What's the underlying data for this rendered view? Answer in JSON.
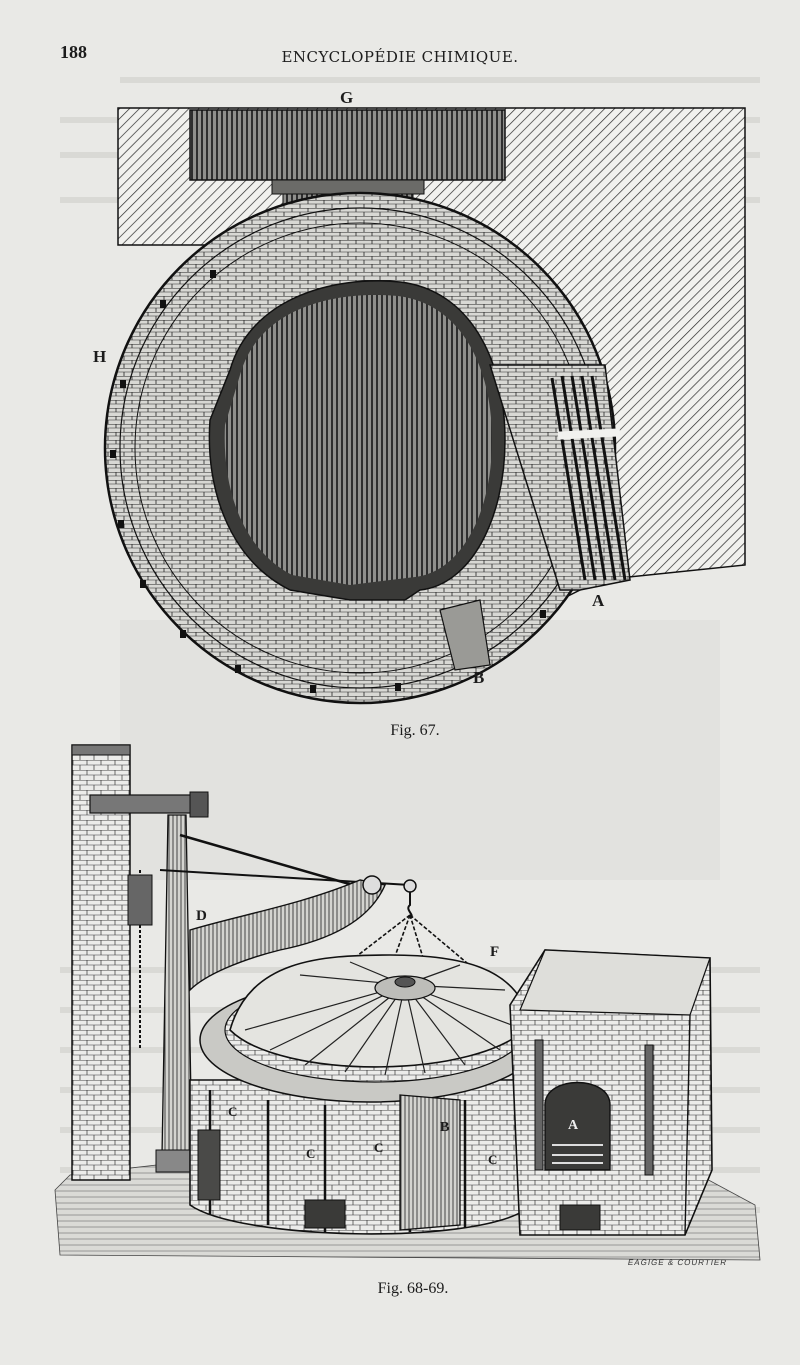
{
  "page": {
    "number": "188",
    "running_head": "ENCYCLOPÉDIE CHIMIQUE."
  },
  "figure_67": {
    "caption": "Fig. 67.",
    "labels": {
      "G": "G",
      "H": "H",
      "A": "A",
      "B": "B"
    }
  },
  "figure_68_69": {
    "caption": "Fig. 68-69.",
    "labels": {
      "D": "D",
      "F": "F",
      "C1": "C",
      "C2": "C",
      "C3": "C",
      "C4": "C",
      "B": "B",
      "A": "A"
    },
    "engraver": "EAGIGE & COURTIER"
  }
}
